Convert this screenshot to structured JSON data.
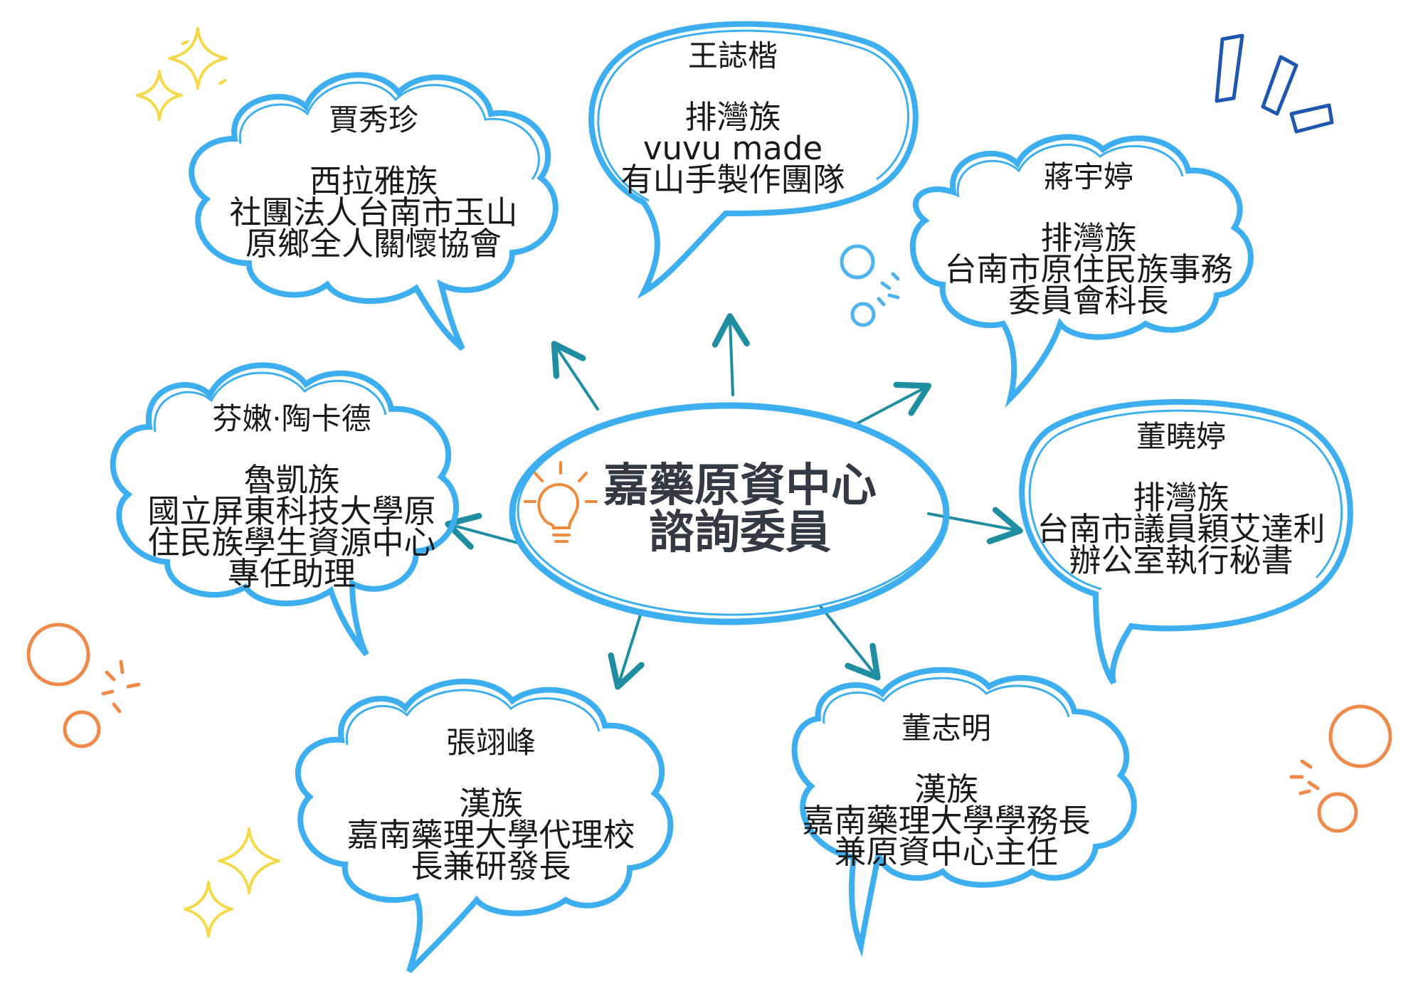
{
  "center": {
    "lines": [
      "嘉藥原資中心",
      "諮詢委員"
    ]
  },
  "members": [
    {
      "name": "王誌楷",
      "lines": [
        "排灣族",
        "vuvu made",
        "有山手製作團隊"
      ]
    },
    {
      "name": "賈秀珍",
      "lines": [
        "西拉雅族",
        "社團法人台南市玉山",
        "原鄉全人關懷協會"
      ]
    },
    {
      "name": "蔣宇婷",
      "lines": [
        "排灣族",
        "台南市原住民族事務",
        "委員會科長"
      ]
    },
    {
      "name": "芬嫩·陶卡德",
      "lines": [
        "魯凱族",
        "國立屏東科技大學原",
        "住民族學生資源中心",
        "專任助理"
      ]
    },
    {
      "name": "董曉婷",
      "lines": [
        "排灣族",
        "台南市議員穎艾達利",
        "辦公室執行秘書"
      ]
    },
    {
      "name": "張翊峰",
      "lines": [
        "漢族",
        "嘉南藥理大學代理校",
        "長兼研發長"
      ]
    },
    {
      "name": "董志明",
      "lines": [
        "漢族",
        "嘉南藥理大學學務長",
        "兼原資中心主任"
      ]
    }
  ],
  "colors": {
    "bubble_stroke": "#3daef0",
    "arrow": "#1e8ea0",
    "bulb": "#f08a3c",
    "sparkle": "#f4d94a",
    "orange_circles": "#f08a4a",
    "blue_circles": "#4fb3ee",
    "navy_marks": "#1f57b0"
  },
  "icons": [
    "lightbulb-icon",
    "sparkle-icon",
    "circle-doodle",
    "emphasis-marks"
  ]
}
